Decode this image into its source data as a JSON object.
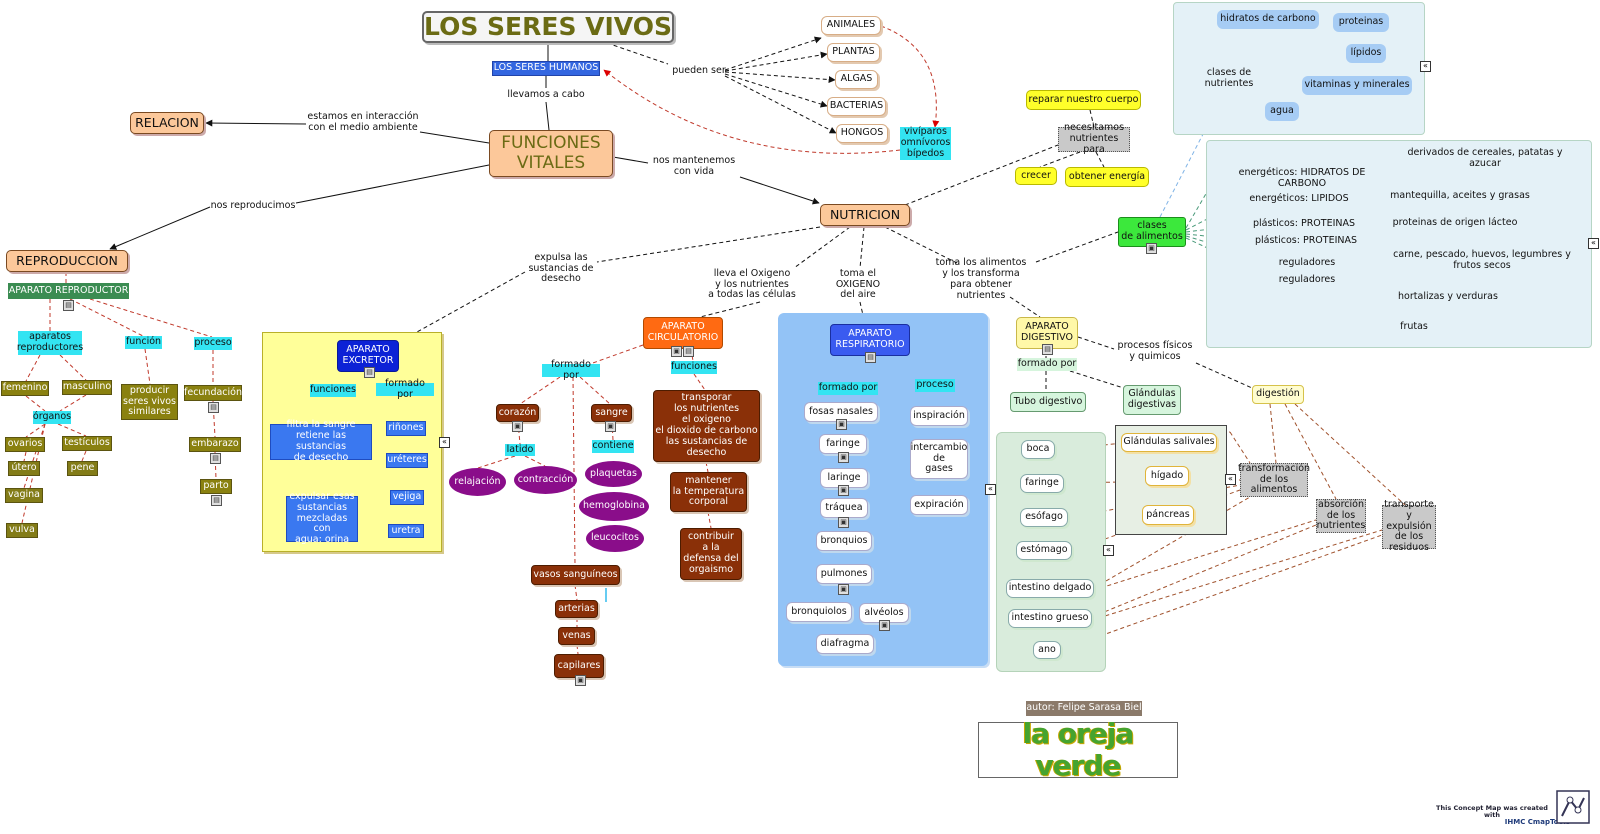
{
  "nodes": {
    "title": "LOS SERES VIVOS",
    "seres_humanos": "LOS SERES HUMANOS",
    "pueden_ser": "pueden ser",
    "animales": "ANIMALES",
    "plantas": "PLANTAS",
    "algas": "ALGAS",
    "bacterias": "BACTERIAS",
    "hongos": "HONGOS",
    "viviparos": "vivíparos\nomnívoros\nbípedos",
    "llevamos": "llevamos a cabo",
    "relacion": "RELACION",
    "interaccion": "estamos en interacción\ncon el medio ambiente",
    "funciones_vitales": "FUNCIONES\nVITALES",
    "reproducimos": "nos reproducimos",
    "mantenemos": "nos mantenemos\ncon vida",
    "reproduccion": "REPRODUCCION",
    "nutricion": "NUTRICION",
    "reparar": "reparar nuestro cuerpo",
    "necesitamos": "necesitamos\nnutrientes para",
    "crecer": "crecer",
    "obtener_energia": "obtener energía",
    "aparato_reproductor": "APARATO REPRODUCTOR",
    "aparatos_reproductores": "aparatos\nreproductores",
    "funcion": "función",
    "proceso_r": "proceso",
    "femenino": "femenino",
    "masculino": "masculino",
    "producir": "producir\nseres vivos\nsimilares",
    "fecundacion": "fecundación",
    "organos": "órganos",
    "ovarios": "ovarios",
    "testiculos": "testículos",
    "utero": "útero",
    "pene": "pene",
    "vagina": "vagina",
    "vulva": "vulva",
    "embarazo": "embarazo",
    "parto": "parto",
    "expulsa": "expulsa las\nsustancias de\ndesecho",
    "aparato_excretor": "APARATO\nEXCRETOR",
    "funciones_e": "funciones",
    "formado_por_e": "formado por",
    "filtra": "filtra la sangre\nretiene las sustancias\nde desecho",
    "expulsar": "expulsar esas\nsustancias\nmezcladas con\nagua: orina",
    "rinones": "riñones",
    "ureteres": "uréteres",
    "vejiga": "vejiga",
    "uretra": "uretra",
    "lleva_oxigeno": "lleva el Oxigeno\ny los nutrientes\na todas las células",
    "aparato_circulatorio": "APARATO\nCIRCULATORIO",
    "formado_por_c": "formado por",
    "funciones_c": "funciones",
    "corazon": "corazón",
    "sangre": "sangre",
    "latido": "latido",
    "contiene": "contiene",
    "relajacion": "relajación",
    "contraccion": "contracción",
    "plaquetas": "plaquetas",
    "hemoglobina": "hemoglobina",
    "leucocitos": "leucocitos",
    "vasos": "vasos sanguíneos",
    "arterias": "arterias",
    "venas": "venas",
    "capilares": "capilares",
    "transportar": "transporar\nlos nutrientes\nel oxigeno\nel dioxido de carbono\nlas sustancias de\ndesecho",
    "mantener": "mantener\nla temperatura\ncorporal",
    "contribuir": "contribuir\na la\ndefensa del\norgaismo",
    "toma_oxigeno": "toma el\nOXIGENO\ndel aire",
    "aparato_respiratorio": "APARATO\nRESPIRATORIO",
    "formado_por_r": "formado por",
    "proceso_resp": "proceso",
    "fosas": "fosas nasales",
    "faringe_r": "faringe",
    "laringe": "laringe",
    "traquea": "tráquea",
    "bronquios": "bronquios",
    "pulmones": "pulmones",
    "bronquiolos": "bronquiolos",
    "alveolos": "alvéolos",
    "diafragma": "diafragma",
    "inspiracion": "inspiración",
    "intercambio": "intercambio\nde\ngases",
    "expiracion": "expiración",
    "toma_alimentos": "toma los alimentos\ny los transforma\npara obtener nutrientes",
    "aparato_digestivo": "APARATO\nDIGESTIVO",
    "formado_por_d": "formado por",
    "tubo": "Tubo digestivo",
    "glandulas_d": "Glándulas\ndigestivas",
    "procesos_fisicos": "procesos físicos\ny quimicos",
    "digestion": "digestión",
    "boca": "boca",
    "faringe_d": "faringe",
    "esofago": "esófago",
    "estomago": "estómago",
    "intestino_delgado": "intestino delgado",
    "intestino_grueso": "intestino grueso",
    "ano": "ano",
    "glandulas_salivales": "Glándulas salivales",
    "higado": "hígado",
    "pancreas": "páncreas",
    "transformacion": "transformación\nde los\nalimentos",
    "absorcion": "absorción\nde los\nnutrientes",
    "transporte": "transporte\ny expulsión\nde los\nresiduos",
    "clases_alimentos": "clases\nde alimentos",
    "energeticos_hc": "energéticos: HIDRATOS DE CARBONO",
    "energeticos_l": "energéticos: LIPIDOS",
    "plasticos_1": "plásticos: PROTEINAS",
    "plasticos_2": "plásticos: PROTEINAS",
    "reguladores_1": "reguladores",
    "reguladores_2": "reguladores",
    "derivados": "derivados de cereales, patatas y azucar",
    "mantequilla": "mantequilla, aceites y grasas",
    "proteinas_lacteo": "proteinas de origen lácteo",
    "carne": "carne, pescado, huevos, legumbres y\nfrutos secos",
    "hortalizas": "hortalizas y verduras",
    "frutas": "frutas",
    "hidratos": "hidratos de carbono",
    "proteinas": "proteinas",
    "lipidos": "lípidos",
    "clases_nutrientes": "clases de nutrientes",
    "vitaminas": "vitaminas y minerales",
    "agua": "agua",
    "autor": "autor: Felipe Sarasa Biel",
    "logo": "la oreja verde",
    "cmap_1": "This Concept Map was created with",
    "cmap_2": "IHMC CmapTools"
  },
  "colors": {
    "title_text": "#6b6b14",
    "nutricion_box": "#fcc89a",
    "respiratorio_region": "#93c3f6",
    "excretor_region": "#ffff99",
    "circulatorio_box": "#8a3008",
    "digestivo_region": "#d9ecdc",
    "alimentos_region": "#e4f1f7",
    "logo_green": "#45a32f"
  }
}
